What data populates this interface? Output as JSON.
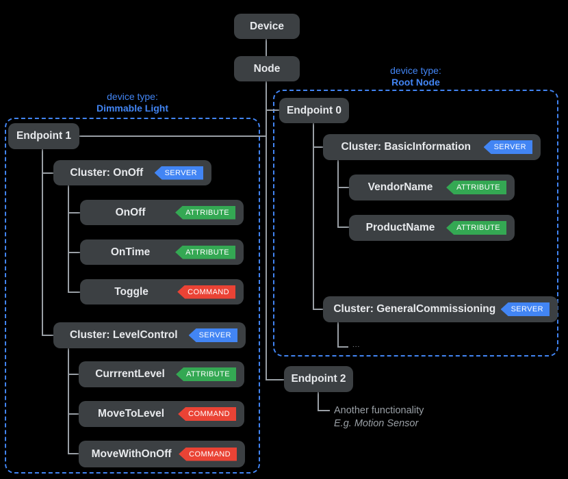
{
  "groups": {
    "root": {
      "prefix": "device type:",
      "name": "Root Node"
    },
    "dimmable": {
      "prefix": "device type:",
      "name": "Dimmable Light"
    }
  },
  "nodes": {
    "device": "Device",
    "node": "Node",
    "endpoint0": "Endpoint 0",
    "endpoint1": "Endpoint 1",
    "endpoint2": "Endpoint 2",
    "cluster_basic_information": "Cluster: BasicInformation",
    "vendor_name": "VendorName",
    "product_name": "ProductName",
    "cluster_general_commissioning": "Cluster: GeneralCommissioning",
    "cluster_onoff": "Cluster: OnOff",
    "attr_onoff": "OnOff",
    "attr_ontime": "OnTime",
    "cmd_toggle": "Toggle",
    "cluster_level_control": "Cluster: LevelControl",
    "attr_current_level": "CurrrentLevel",
    "cmd_move_to_level": "MoveToLevel",
    "cmd_move_with_onoff": "MoveWithOnOff"
  },
  "badges": {
    "server": "SERVER",
    "attribute": "ATTRIBUTE",
    "command": "COMMAND"
  },
  "annotations": {
    "ellipsis": "...",
    "endpoint2_note_line1": "Another functionality",
    "endpoint2_note_line2": "E.g. Motion Sensor"
  },
  "colors": {
    "background": "#000000",
    "node_box": "#3C4043",
    "node_text": "#E8EAED",
    "connector": "#9AA0A6",
    "accent_blue": "#4285F4",
    "badge_server": "#4285F4",
    "badge_attribute": "#34A853",
    "badge_command": "#EA4335",
    "note_text": "#9AA0A6"
  }
}
